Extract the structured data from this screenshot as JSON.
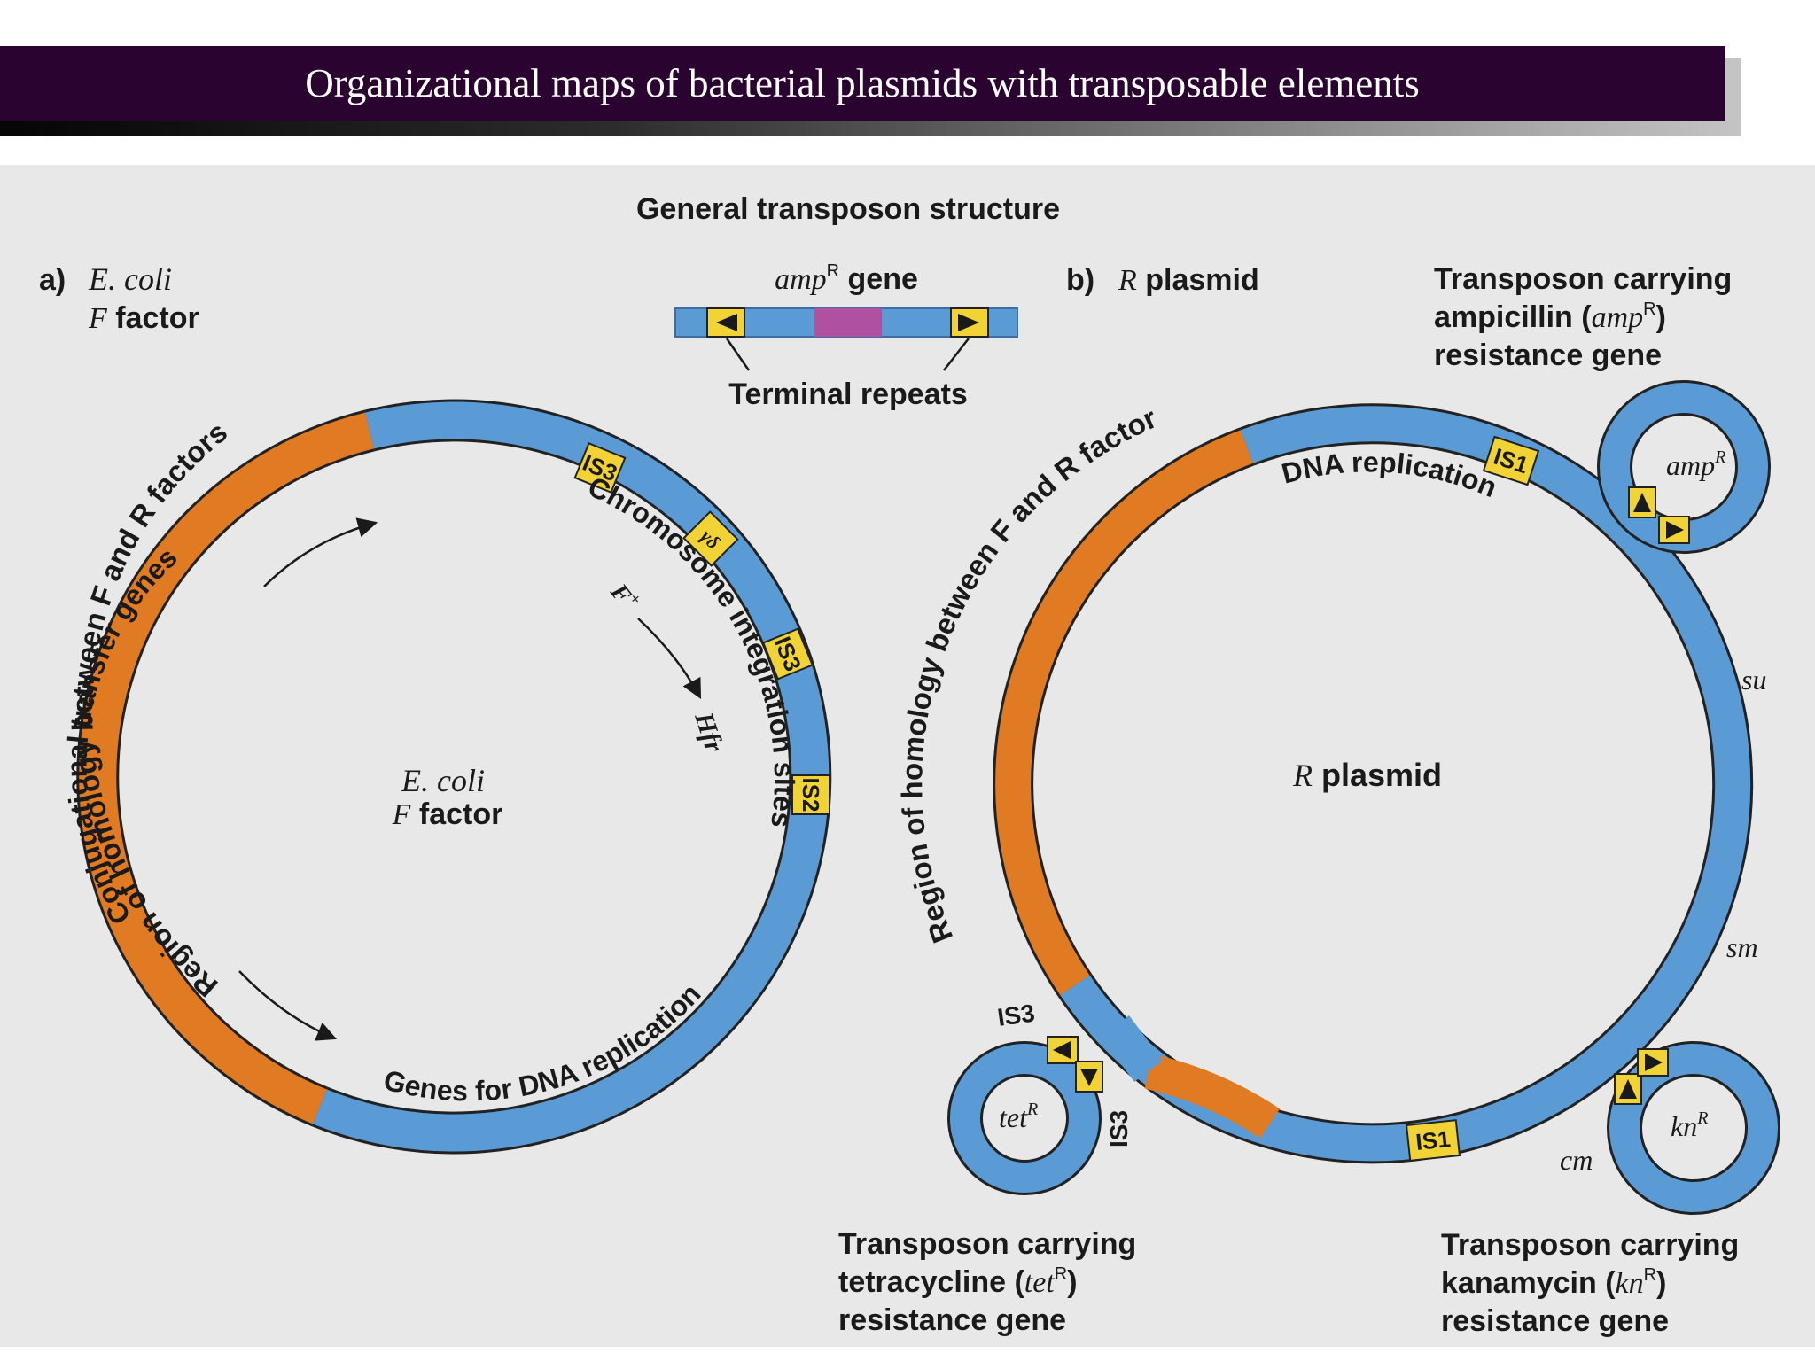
{
  "title": "Organizational maps of bacterial plasmids with transposable elements",
  "general": {
    "heading": "General transposon structure",
    "gene_italic": "amp",
    "gene_sup": "R",
    "gene_word": " gene",
    "terminal_repeats": "Terminal repeats"
  },
  "panel_a": {
    "letter": "a)",
    "organism": "E. coli",
    "factor_italic": "F",
    "factor_word": " factor",
    "center_organism": "E. coli",
    "center_italic": "F",
    "center_word": " factor",
    "arc_homology": "Region of homology between F and R factors",
    "arc_transfer": "Conjugational transfer genes",
    "arc_chromosome": "Chromosome integration sites",
    "arc_replication": "Genes for DNA replication",
    "is_labels": [
      "IS3",
      "γδ",
      "IS3",
      "IS2"
    ],
    "f_plus": "F",
    "f_plus_sup": "+",
    "hfr": "Hfr"
  },
  "panel_b": {
    "letter": "b)",
    "r_italic": "R",
    "plasmid_word": " plasmid",
    "center_italic": "R",
    "center_word": " plasmid",
    "arc_homology": "Region of homology between F and R factor",
    "arc_replication": "DNA replication",
    "is1_top": "IS1",
    "is1_bottom": "IS1",
    "is3_a": "IS3",
    "is3_b": "IS3",
    "su": "su",
    "sm": "sm",
    "cm": "cm",
    "amp_loop": {
      "italic": "amp",
      "sup": "R"
    },
    "tet_loop": {
      "italic": "tet",
      "sup": "R"
    },
    "kn_loop": {
      "italic": "kn",
      "sup": "R"
    },
    "amp_caption": {
      "line1": "Transposon carrying",
      "line2_pre": "ampicillin (",
      "line2_it": "amp",
      "line2_sup": "R",
      "line2_post": ")",
      "line3": "resistance gene"
    },
    "tet_caption": {
      "line1": "Transposon carrying",
      "line2_pre": "tetracycline (",
      "line2_it": "tet",
      "line2_sup": "R",
      "line2_post": ")",
      "line3": "resistance gene"
    },
    "kn_caption": {
      "line1": "Transposon carrying",
      "line2_pre": "kanamycin (",
      "line2_it": "kn",
      "line2_sup": "R",
      "line2_post": ")",
      "line3": "resistance gene"
    }
  },
  "colors": {
    "title_bg": "#2a0330",
    "panel_bg": "#e8e8e8",
    "dna": "#5b9bd5",
    "dna_dark": "#3f7fbf",
    "homology": "#e07b24",
    "is_element": "#f2d335",
    "gene_marker": "#b050a0",
    "text": "#1a1a1a"
  }
}
